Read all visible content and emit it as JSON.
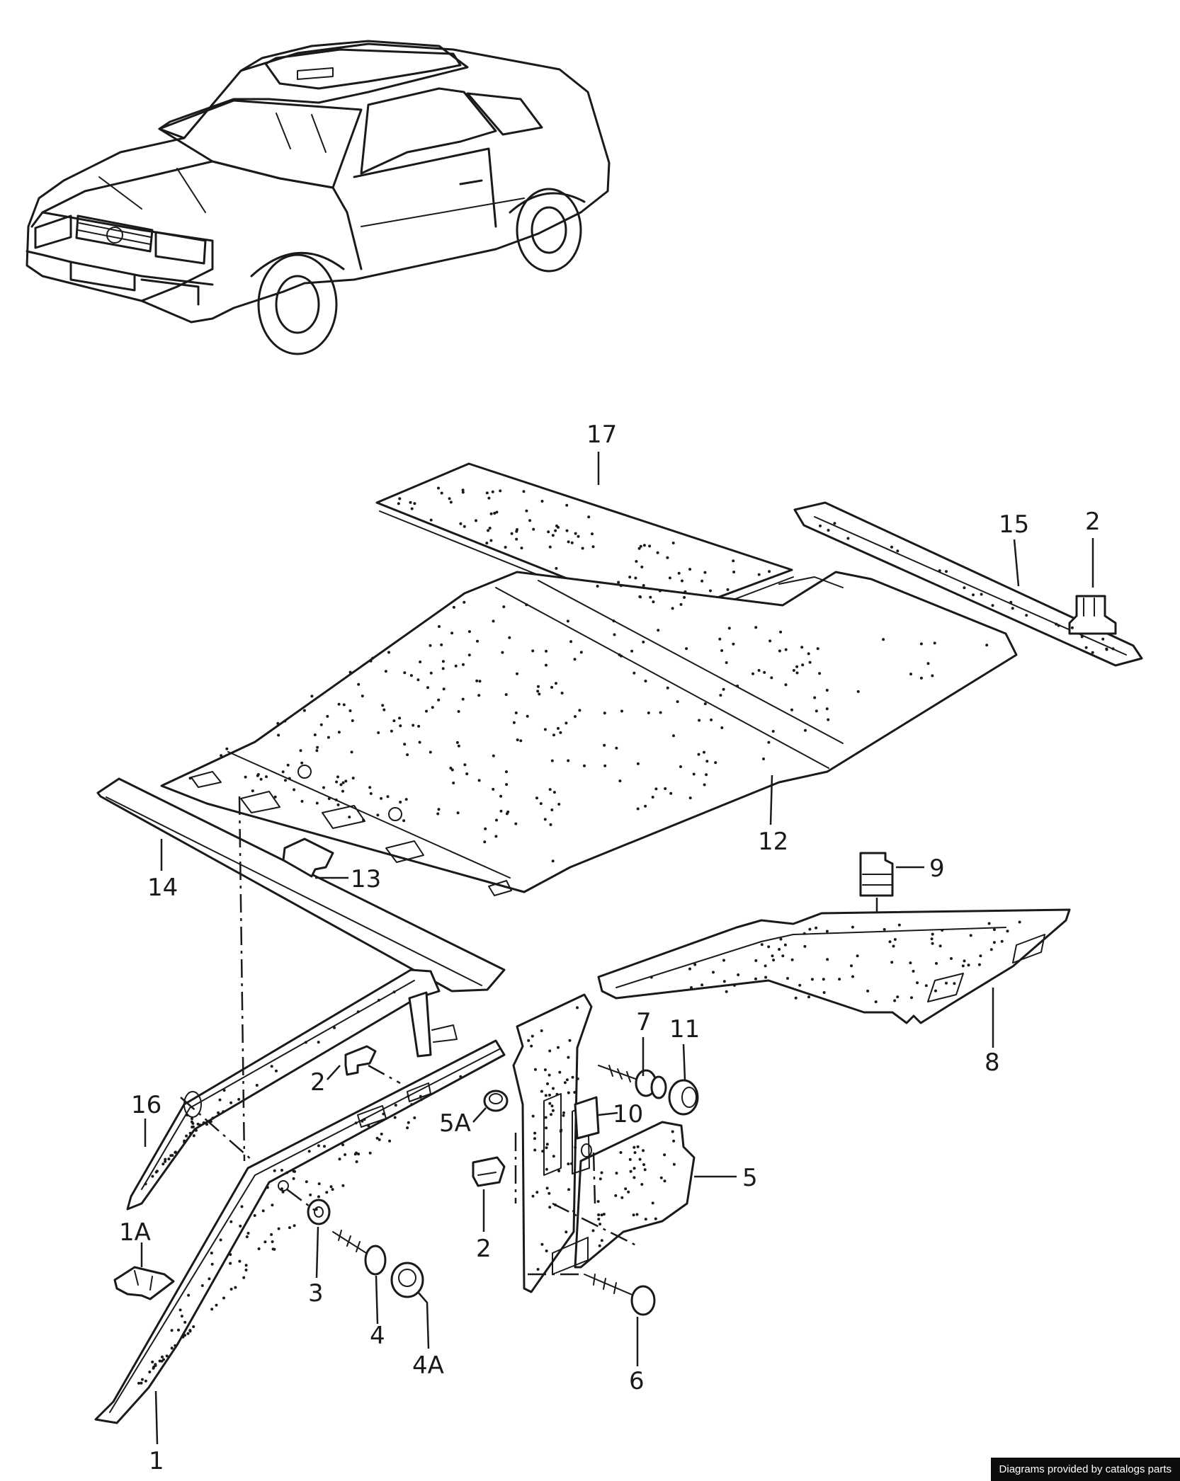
{
  "callouts": [
    {
      "id": "c17",
      "label": "17"
    },
    {
      "id": "c15",
      "label": "15"
    },
    {
      "id": "c2a",
      "label": "2"
    },
    {
      "id": "c12",
      "label": "12"
    },
    {
      "id": "c14",
      "label": "14"
    },
    {
      "id": "c13",
      "label": "13"
    },
    {
      "id": "c9",
      "label": "9"
    },
    {
      "id": "c8",
      "label": "8"
    },
    {
      "id": "c7",
      "label": "7"
    },
    {
      "id": "c11",
      "label": "11"
    },
    {
      "id": "c2b",
      "label": "2"
    },
    {
      "id": "c16",
      "label": "16"
    },
    {
      "id": "c5A",
      "label": "5A"
    },
    {
      "id": "c10",
      "label": "10"
    },
    {
      "id": "c5",
      "label": "5"
    },
    {
      "id": "c2c",
      "label": "2"
    },
    {
      "id": "c1A",
      "label": "1A"
    },
    {
      "id": "c3",
      "label": "3"
    },
    {
      "id": "c4",
      "label": "4"
    },
    {
      "id": "c4A",
      "label": "4A"
    },
    {
      "id": "c6",
      "label": "6"
    },
    {
      "id": "c1",
      "label": "1"
    }
  ],
  "footer": {
    "credit": "Diagrams provided by catalogs parts"
  }
}
